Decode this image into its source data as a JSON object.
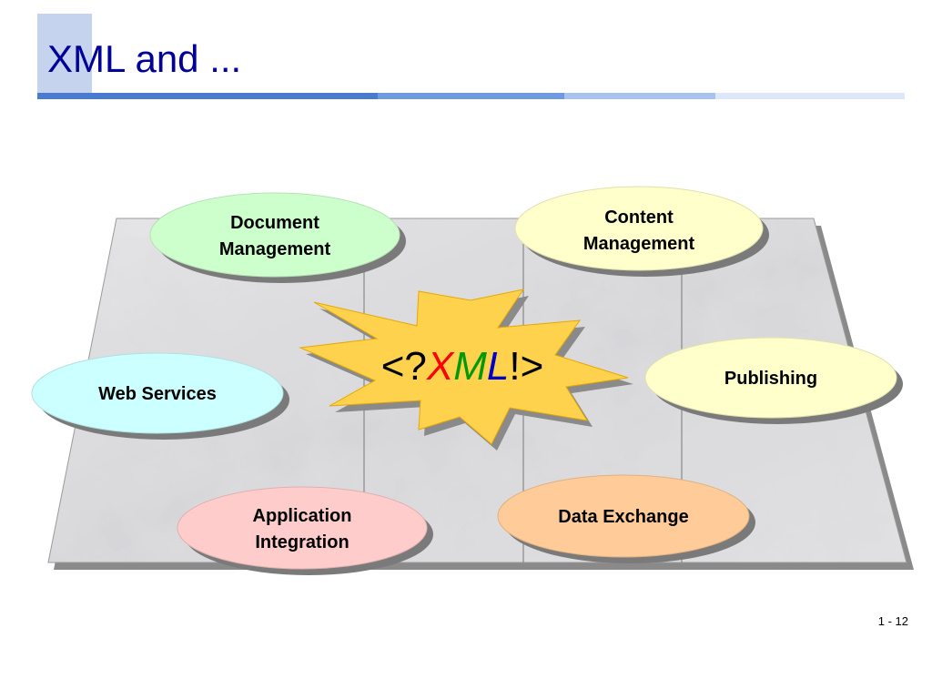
{
  "slide": {
    "title": "XML and ...",
    "page_number": "1 - 12"
  },
  "center": {
    "prefix": "<?",
    "letters": [
      {
        "char": "X",
        "color": "#ff0000"
      },
      {
        "char": "M",
        "color": "#009900"
      },
      {
        "char": "L",
        "color": "#0000cc"
      }
    ],
    "suffix": "!>",
    "fill_color": "#ffd24d"
  },
  "nodes": {
    "document_management": {
      "lines": [
        "Document",
        "Management"
      ],
      "color": "#ccffcc"
    },
    "content_management": {
      "lines": [
        "Content",
        "Management"
      ],
      "color": "#ffffcc"
    },
    "web_services": {
      "lines": [
        "Web Services"
      ],
      "color": "#ccffff"
    },
    "publishing": {
      "lines": [
        "Publishing"
      ],
      "color": "#ffffcc"
    },
    "application_integration": {
      "lines": [
        "Application",
        "Integration"
      ],
      "color": "#ffcccc"
    },
    "data_exchange": {
      "lines": [
        "Data Exchange"
      ],
      "color": "#ffcc99"
    }
  },
  "colors": {
    "title": "#000099",
    "title_bar": [
      "#4a7bd0",
      "#6f9ae0",
      "#a9c2ee",
      "#dde7f8"
    ],
    "platform": "#dcdcdc"
  }
}
